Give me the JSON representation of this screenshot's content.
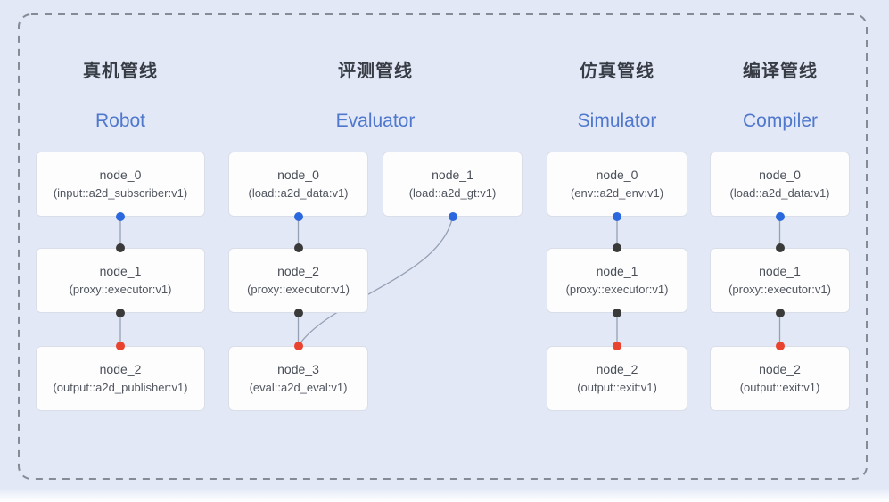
{
  "colors": {
    "background": "#e2e8f6",
    "frame_dash": "#868c96",
    "node_background": "#fdfdfe",
    "node_border": "#d9dee9",
    "title_zh_color": "#373c45",
    "title_en_color": "#4e77cd",
    "node_text_color": "#494e57",
    "edge_color": "#96a0b3",
    "dot_blue": "#2b68de",
    "dot_black": "#3a3a3a",
    "dot_red": "#e9432f"
  },
  "pipelines": [
    {
      "id": "robot",
      "title_zh": "真机管线",
      "title_en": "Robot",
      "nodes": [
        {
          "name": "node_0",
          "type": "(input::a2d_subscriber:v1)"
        },
        {
          "name": "node_1",
          "type": "(proxy::executor:v1)"
        },
        {
          "name": "node_2",
          "type": "(output::a2d_publisher:v1)"
        }
      ],
      "edges": [
        {
          "from": "node_0",
          "to": "node_1",
          "from_dot": "blue",
          "to_dot": "black"
        },
        {
          "from": "node_1",
          "to": "node_2",
          "from_dot": "black",
          "to_dot": "red"
        }
      ]
    },
    {
      "id": "evaluator",
      "title_zh": "评测管线",
      "title_en": "Evaluator",
      "nodes": [
        {
          "name": "node_0",
          "type": "(load::a2d_data:v1)"
        },
        {
          "name": "node_1",
          "type": "(load::a2d_gt:v1)"
        },
        {
          "name": "node_2",
          "type": "(proxy::executor:v1)"
        },
        {
          "name": "node_3",
          "type": "(eval::a2d_eval:v1)"
        }
      ],
      "edges": [
        {
          "from": "node_0",
          "to": "node_2",
          "from_dot": "blue",
          "to_dot": "black"
        },
        {
          "from": "node_2",
          "to": "node_3",
          "from_dot": "black",
          "to_dot": "red"
        },
        {
          "from": "node_1",
          "to": "node_3",
          "from_dot": "blue",
          "to_dot": "red"
        }
      ]
    },
    {
      "id": "simulator",
      "title_zh": "仿真管线",
      "title_en": "Simulator",
      "nodes": [
        {
          "name": "node_0",
          "type": "(env::a2d_env:v1)"
        },
        {
          "name": "node_1",
          "type": "(proxy::executor:v1)"
        },
        {
          "name": "node_2",
          "type": "(output::exit:v1)"
        }
      ],
      "edges": [
        {
          "from": "node_0",
          "to": "node_1",
          "from_dot": "blue",
          "to_dot": "black"
        },
        {
          "from": "node_1",
          "to": "node_2",
          "from_dot": "black",
          "to_dot": "red"
        }
      ]
    },
    {
      "id": "compiler",
      "title_zh": "编译管线",
      "title_en": "Compiler",
      "nodes": [
        {
          "name": "node_0",
          "type": "(load::a2d_data:v1)"
        },
        {
          "name": "node_1",
          "type": "(proxy::executor:v1)"
        },
        {
          "name": "node_2",
          "type": "(output::exit:v1)"
        }
      ],
      "edges": [
        {
          "from": "node_0",
          "to": "node_1",
          "from_dot": "blue",
          "to_dot": "black"
        },
        {
          "from": "node_1",
          "to": "node_2",
          "from_dot": "black",
          "to_dot": "red"
        }
      ]
    }
  ]
}
